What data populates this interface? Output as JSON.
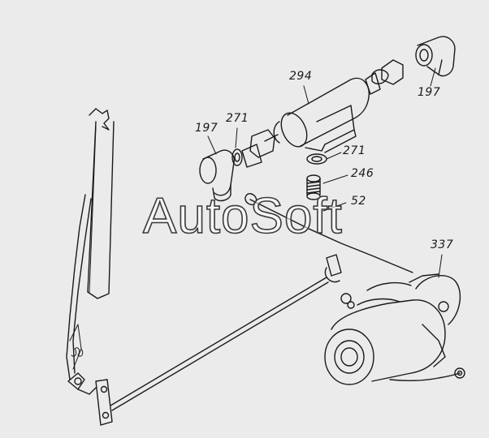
{
  "watermark": {
    "text": "AutoSoft"
  },
  "callouts": {
    "part_294": "294",
    "part_197_right": "197",
    "part_197_left": "197",
    "part_271_upper": "271",
    "part_271_lower": "271",
    "part_246": "246",
    "part_52": "52",
    "part_337": "337"
  }
}
